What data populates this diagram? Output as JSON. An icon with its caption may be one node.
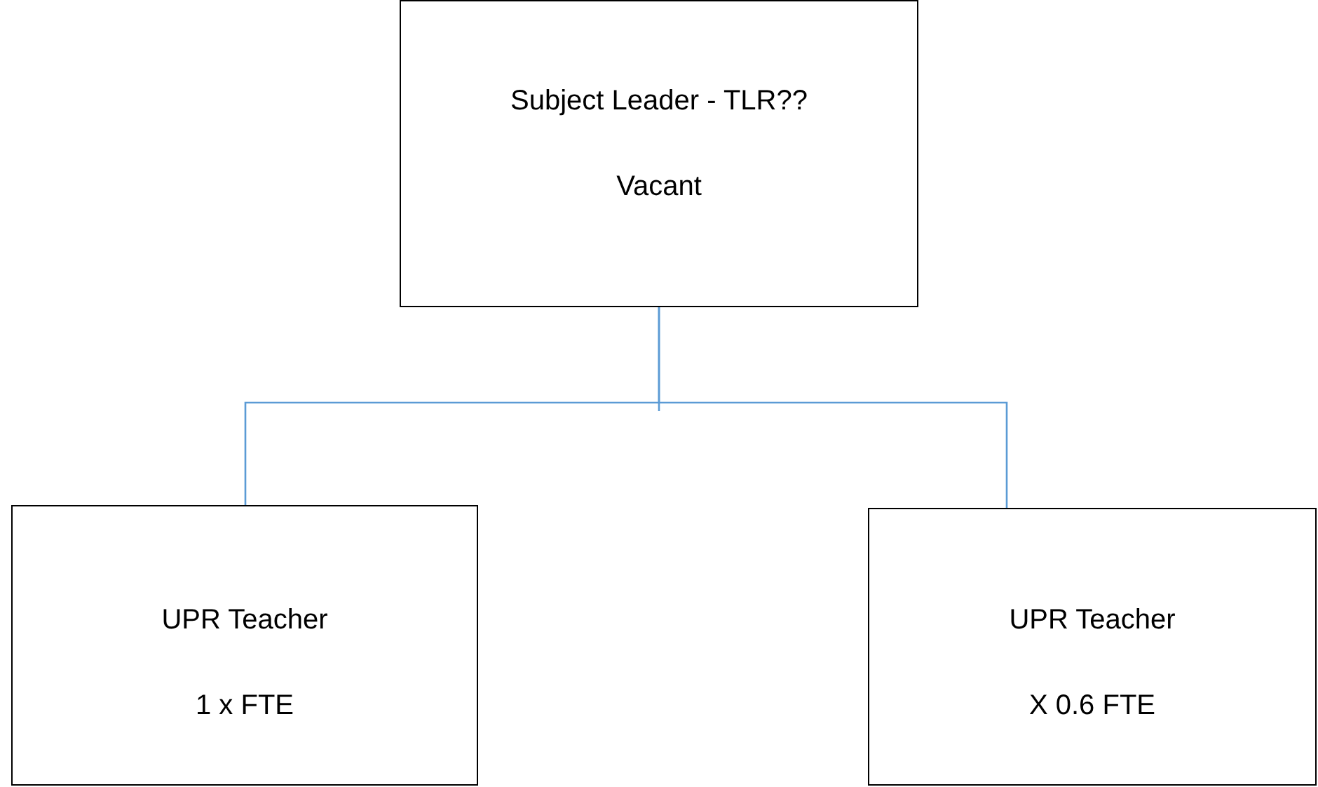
{
  "diagram": {
    "nodes": [
      {
        "text": [
          "Subject Leader - TLR??",
          "Vacant"
        ]
      },
      {
        "text": [
          "UPR Teacher",
          "1 x FTE"
        ]
      },
      {
        "text": [
          "UPR Teacher",
          "X 0.6 FTE"
        ]
      }
    ],
    "edges": [
      {
        "from": 0,
        "to": 1,
        "arrow": "none",
        "color": "#5b9bd5"
      },
      {
        "from": 0,
        "to": 2,
        "arrow": "none",
        "color": "#5b9bd5"
      }
    ]
  }
}
